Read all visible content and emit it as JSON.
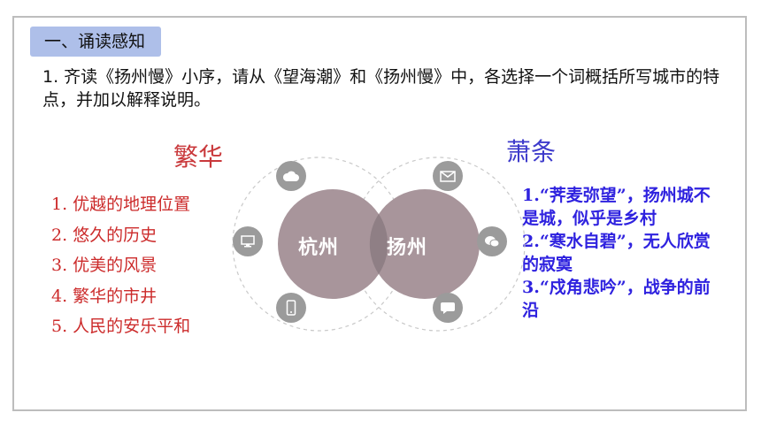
{
  "section": {
    "tag": "一、诵读感知"
  },
  "question": {
    "text": "1. 齐读《扬州慢》小序，请从《望海潮》和《扬州慢》中，各选择一个词概括所写城市的特点，并加以解释说明。"
  },
  "left": {
    "heading": "繁华",
    "items": [
      "1. 优越的地理位置",
      "2. 悠久的历史",
      "3. 优美的风景",
      "4. 繁华的市井",
      "5. 人民的安乐平和"
    ]
  },
  "right": {
    "heading": "萧条",
    "items": [
      "1.“荠麦弥望”，扬州城不是城，似乎是乡村",
      "2.“寒水自碧”，无人欣赏的寂寞",
      "3.“戍角悲吟”，战争的前沿"
    ]
  },
  "venn": {
    "left_label": "杭州",
    "right_label": "扬州"
  },
  "icons": [
    "cloud-icon",
    "mail-icon",
    "monitor-icon",
    "chat-bubbles-icon",
    "mobile-phone-icon",
    "speech-bubble-icon"
  ],
  "colors": {
    "tag_bg": "#aebfe9",
    "left_text": "#cc2b2b",
    "right_text": "#2f22df",
    "circle_left": "#a8959b",
    "circle_right": "#a8959b",
    "overlap": "#8f7f85",
    "icon_bg": "#9b9b9b"
  }
}
